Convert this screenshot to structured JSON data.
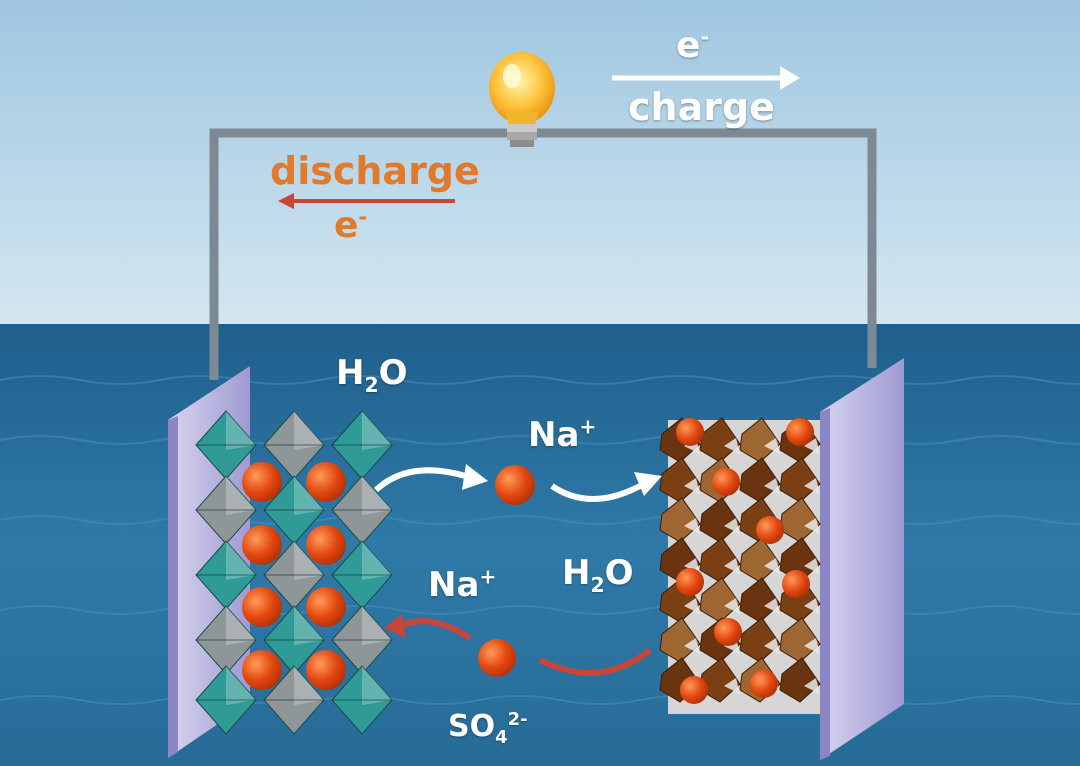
{
  "labels": {
    "charge": "charge",
    "charge_electron": "e",
    "charge_electron_sup": "-",
    "discharge": "discharge",
    "discharge_electron": "e",
    "discharge_electron_sup": "-",
    "water_left_base": "H",
    "water_left_sub": "2",
    "water_left_tail": "O",
    "water_right_base": "H",
    "water_right_sub": "2",
    "water_right_tail": "O",
    "sodium_top_base": "Na",
    "sodium_top_sup": "+",
    "sodium_bottom_base": "Na",
    "sodium_bottom_sup": "+",
    "sulfate_base": "SO",
    "sulfate_sub": "4",
    "sulfate_sup": "2-"
  },
  "colors": {
    "sky": "#bcd8ea",
    "sea": "#2f6f9a",
    "wire": "#7d8a94",
    "electrode": "#b7b3dd",
    "left_octahedra": "#2f9a96",
    "right_polyhedra": "#7a3f12",
    "sodium_ion": "#e2470f",
    "charge_arrow": "#ffffff",
    "discharge_arrow": "#c8453a",
    "discharge_text": "#e07b2e"
  },
  "icons": [
    "light-bulb-icon"
  ]
}
